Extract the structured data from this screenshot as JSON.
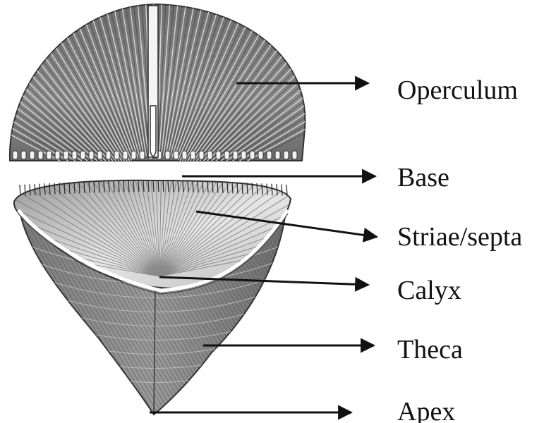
{
  "diagram": {
    "labels": [
      {
        "id": "operculum",
        "text": "Operculum"
      },
      {
        "id": "base",
        "text": "Base"
      },
      {
        "id": "striae",
        "text": "Striae/septa"
      },
      {
        "id": "calyx",
        "text": "Calyx"
      },
      {
        "id": "theca",
        "text": "Theca"
      },
      {
        "id": "apex",
        "text": "Apex"
      }
    ],
    "colors": {
      "ink": "#111111",
      "shell_dark": "#5a5a5a",
      "shell_mid": "#8a8a8a",
      "shell_light": "#d8d8d8",
      "background": "#ffffff"
    }
  }
}
